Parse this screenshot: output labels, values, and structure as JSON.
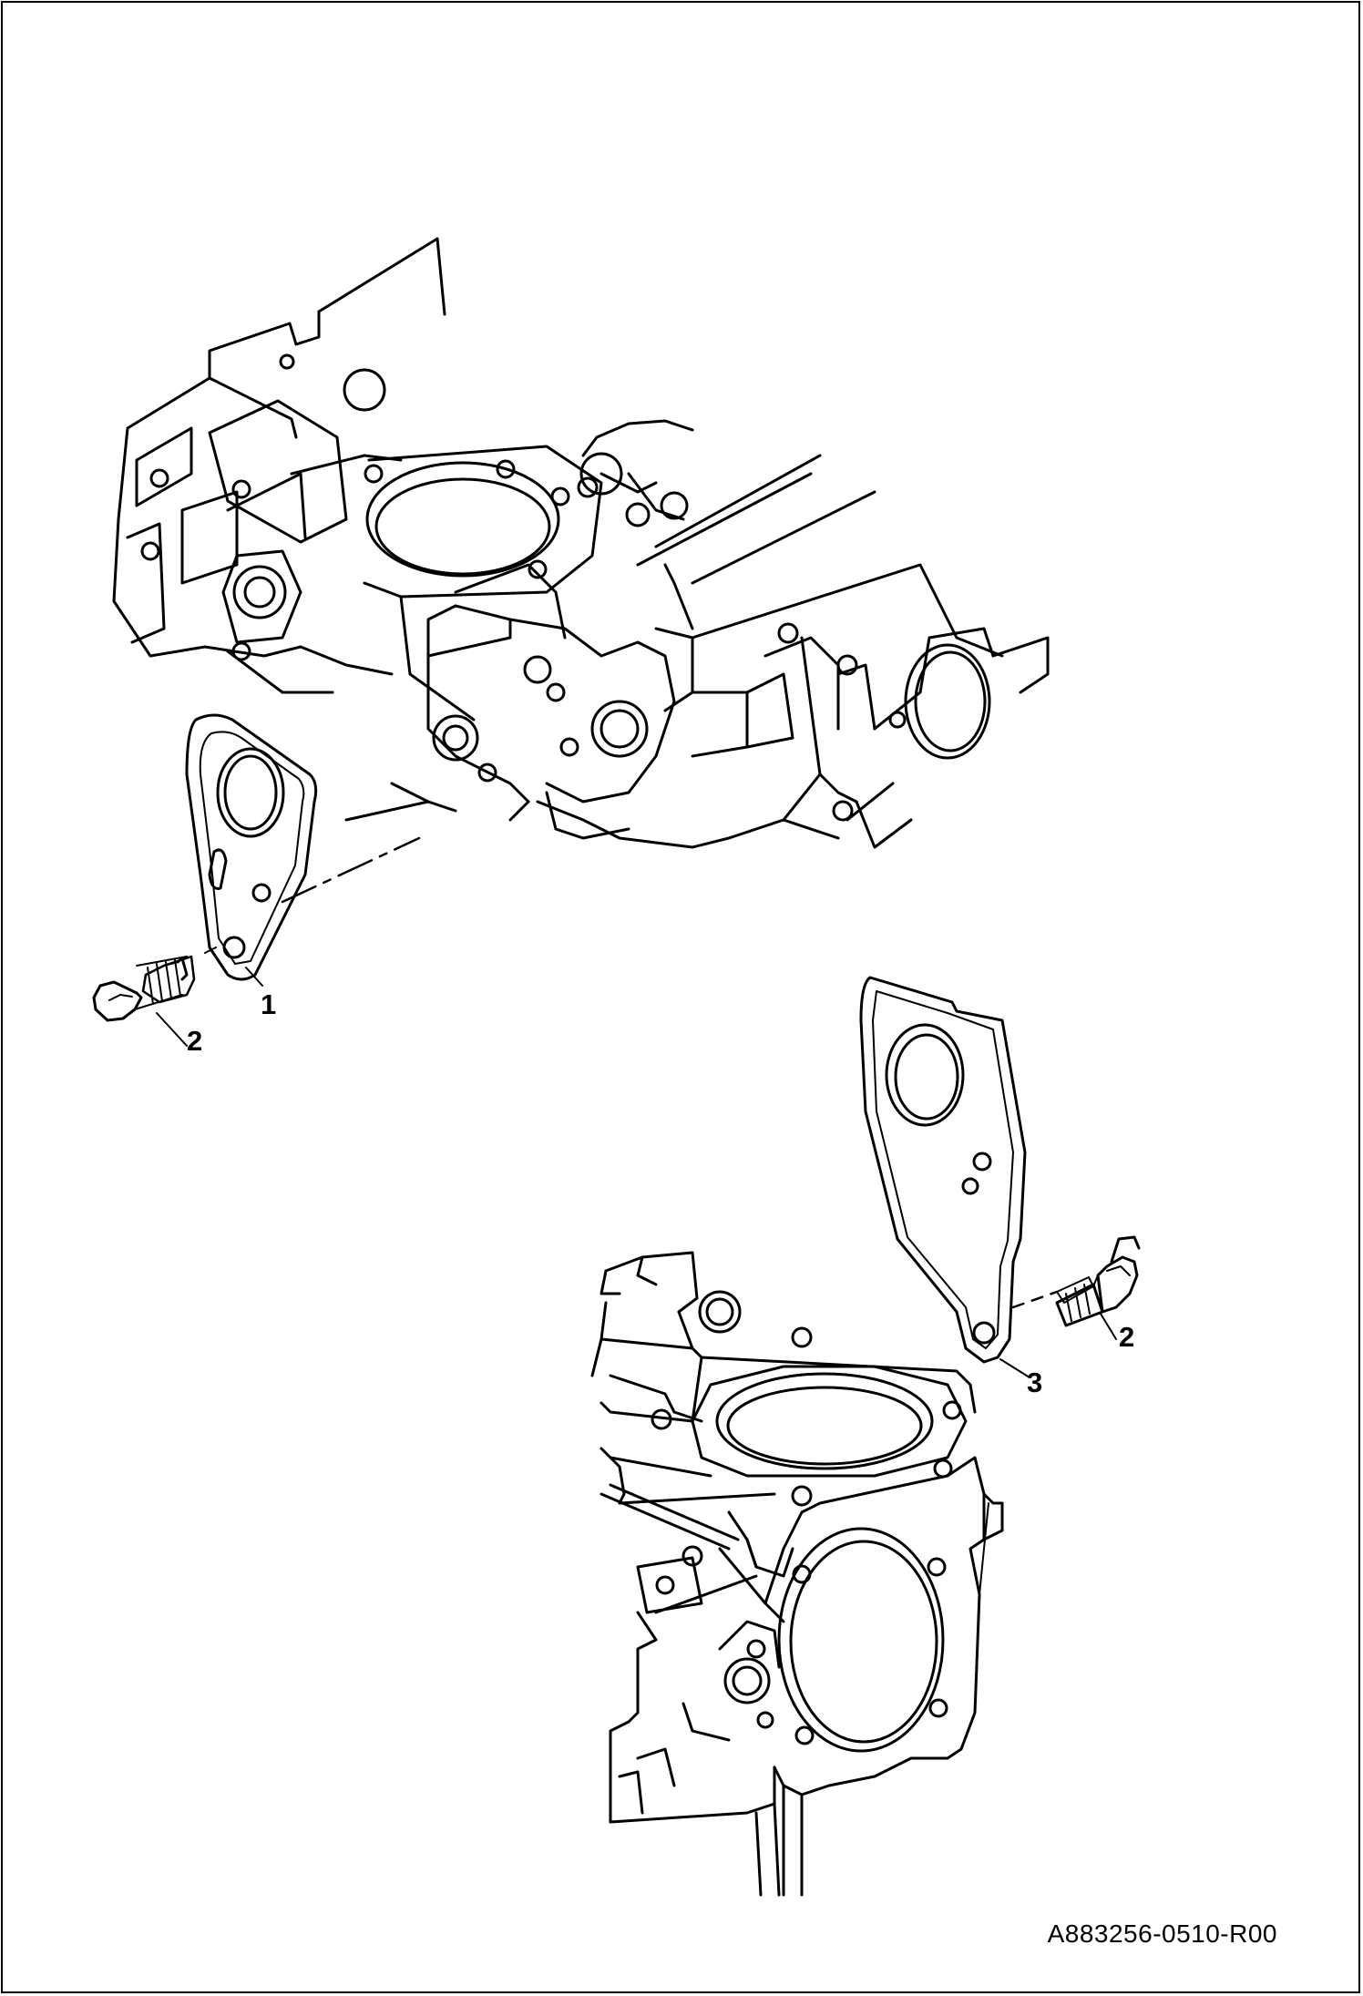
{
  "diagram": {
    "document_id": "A883256-0510-R00",
    "callouts": {
      "one": "1",
      "two_left": "2",
      "two_right": "2",
      "three": "3"
    },
    "colors": {
      "line": "#000000",
      "background": "#ffffff"
    }
  }
}
